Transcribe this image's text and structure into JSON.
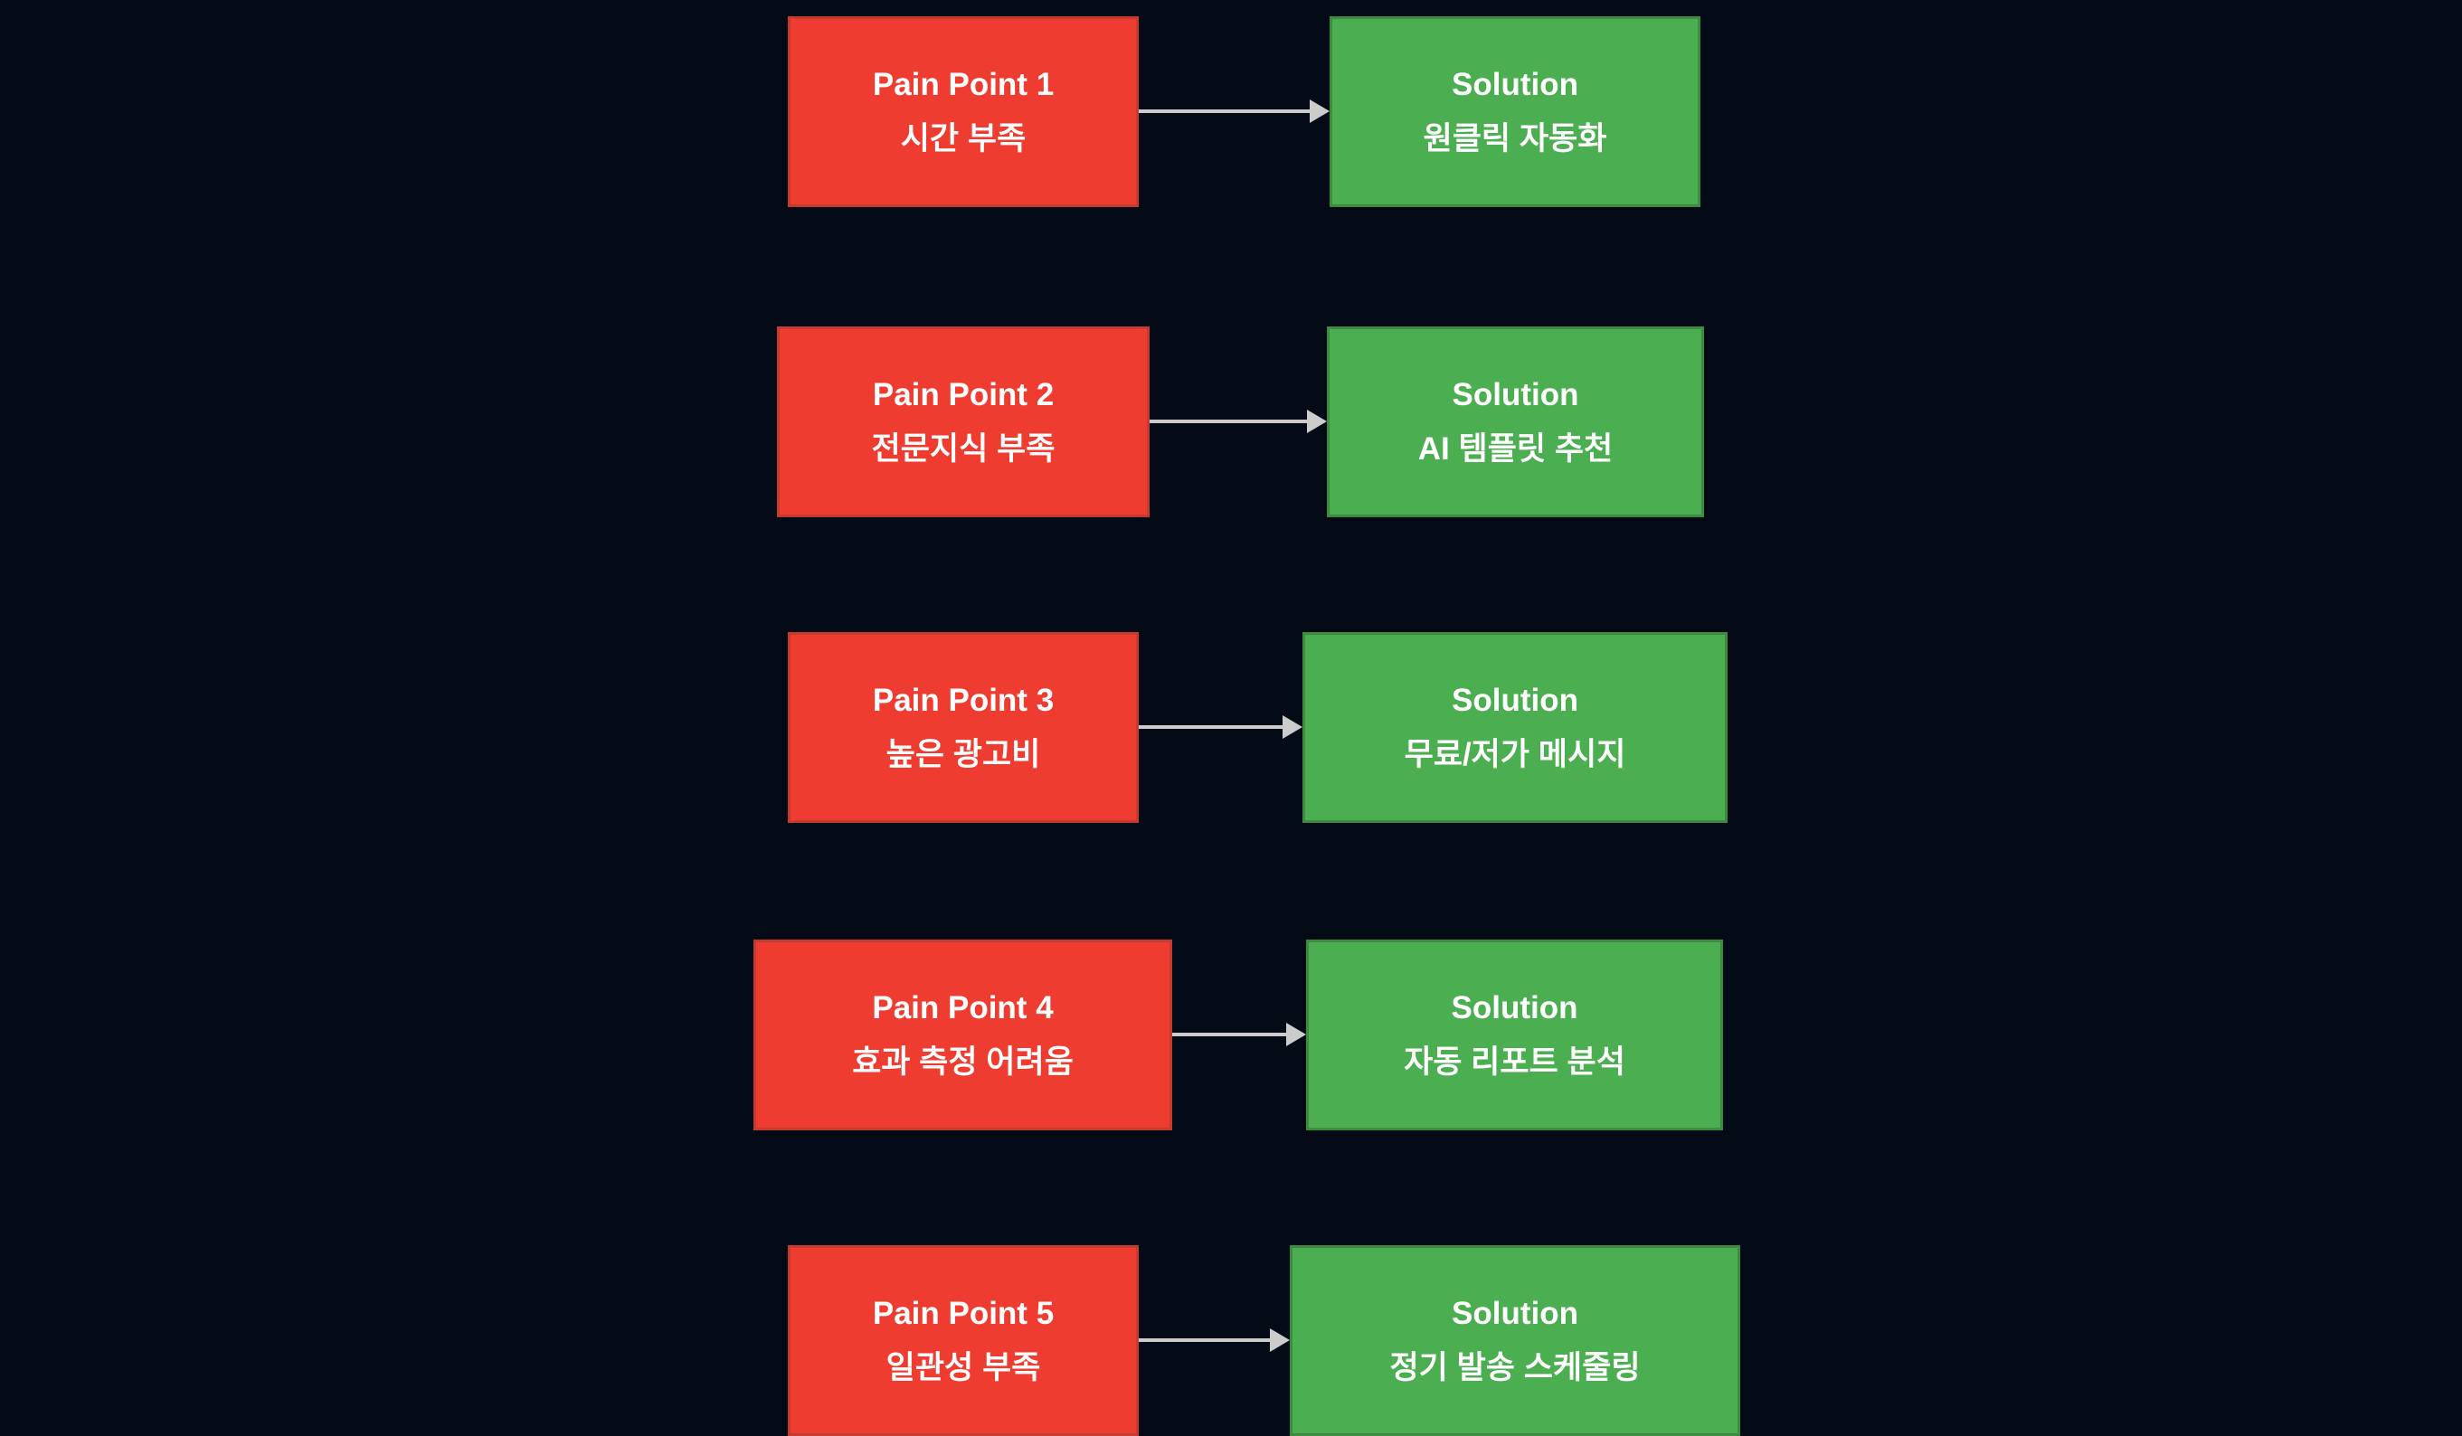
{
  "colors": {
    "page_bg": "#050B16",
    "pain_fill": "#EF3C30",
    "pain_border": "#C53B2F",
    "solution_fill": "#4BAE50",
    "solution_border": "#3C8B40",
    "arrow": "#CCCCCC",
    "text": "#FFFFFF"
  },
  "diagram": {
    "type": "flowchart-pain-to-solution",
    "rows": [
      {
        "pain_title": "Pain Point 1",
        "pain_subtitle": "시간 부족",
        "solution_title": "Solution",
        "solution_subtitle": "원클릭 자동화"
      },
      {
        "pain_title": "Pain Point 2",
        "pain_subtitle": "전문지식 부족",
        "solution_title": "Solution",
        "solution_subtitle": "AI 템플릿 추천"
      },
      {
        "pain_title": "Pain Point 3",
        "pain_subtitle": "높은 광고비",
        "solution_title": "Solution",
        "solution_subtitle": "무료/저가 메시지"
      },
      {
        "pain_title": "Pain Point 4",
        "pain_subtitle": "효과 측정 어려움",
        "solution_title": "Solution",
        "solution_subtitle": "자동 리포트 분석"
      },
      {
        "pain_title": "Pain Point 5",
        "pain_subtitle": "일관성 부족",
        "solution_title": "Solution",
        "solution_subtitle": "정기 발송 스케줄링"
      }
    ]
  }
}
